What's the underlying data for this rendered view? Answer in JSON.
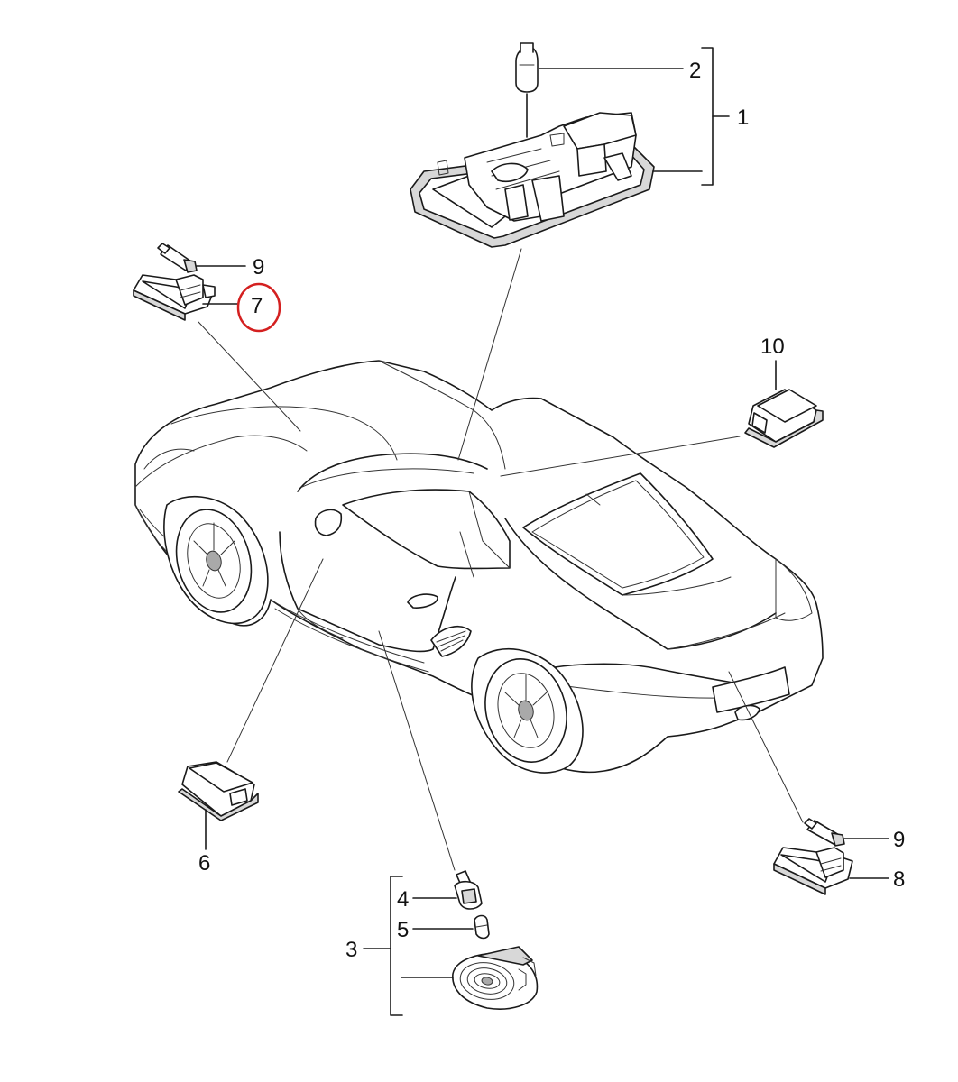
{
  "callouts": {
    "c1": "1",
    "c2": "2",
    "c3": "3",
    "c4": "4",
    "c5": "5",
    "c6": "6",
    "c7": "7",
    "c8": "8",
    "c9a": "9",
    "c9b": "9",
    "c10": "10"
  },
  "highlight": {
    "label": "7",
    "color": "#d42020"
  }
}
